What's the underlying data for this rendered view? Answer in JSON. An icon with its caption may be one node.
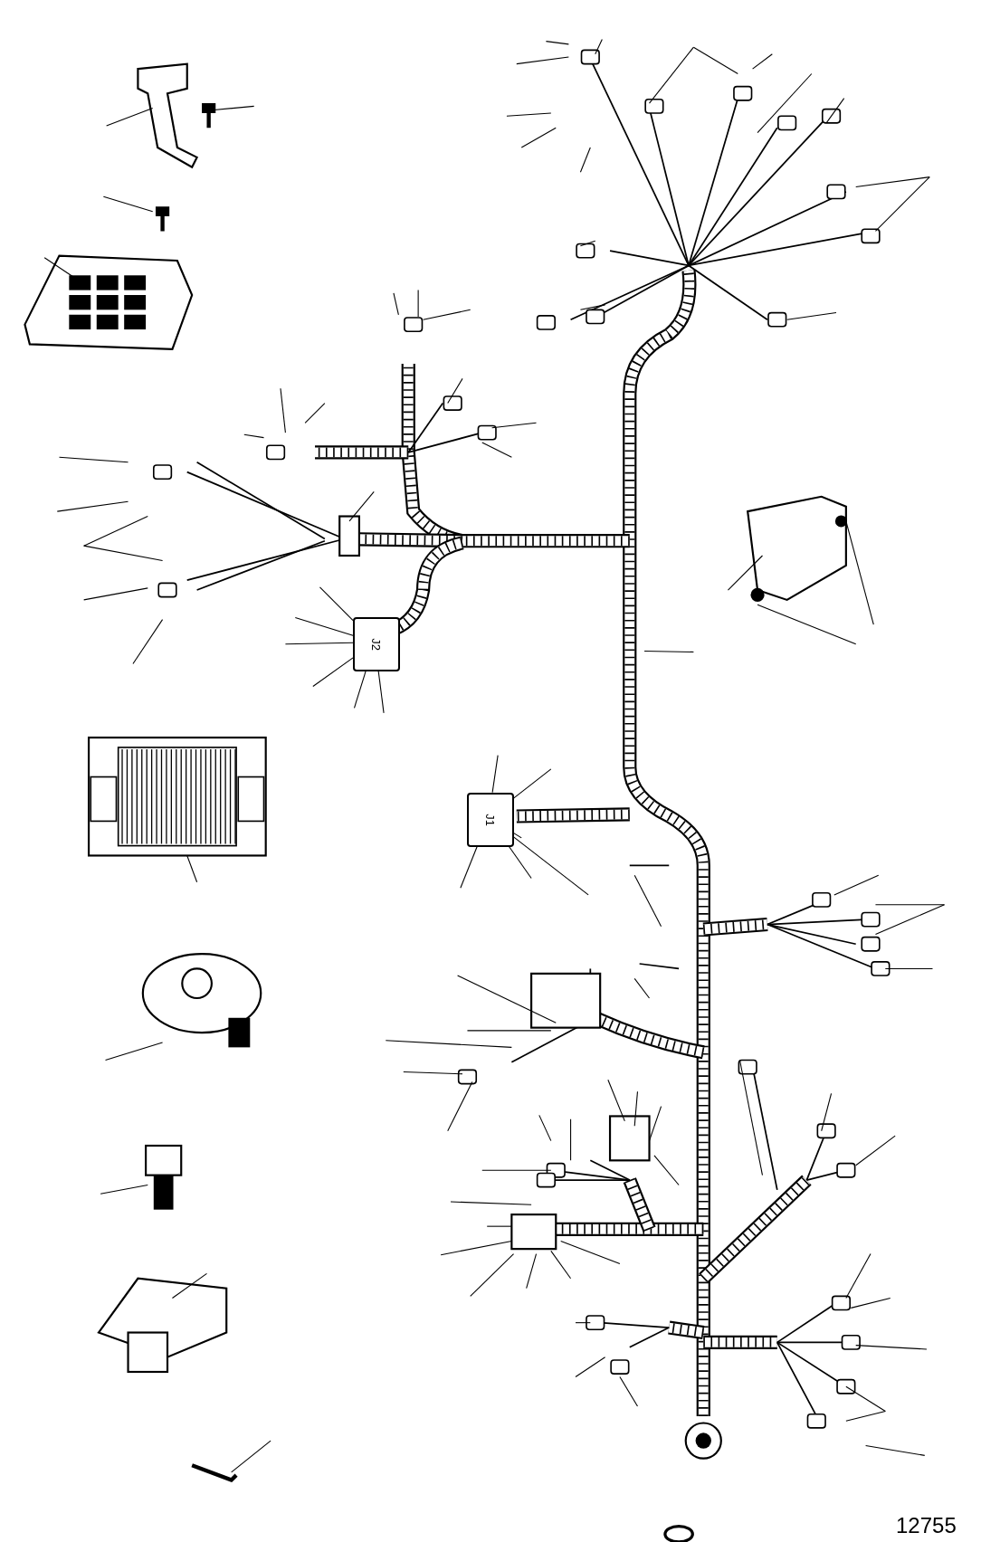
{
  "diagram": {
    "nodes": [
      {
        "text": [
          "J2"
        ]
      },
      {
        "text": [
          "J1"
        ]
      }
    ],
    "edges": [
      {
        "from": null,
        "to": 0,
        "arrow": "none"
      },
      {
        "from": null,
        "to": 0,
        "arrow": "none"
      },
      {
        "from": null,
        "to": 0,
        "arrow": "none"
      },
      {
        "from": null,
        "to": 0,
        "arrow": "none"
      },
      {
        "from": null,
        "to": 0,
        "arrow": "none"
      },
      {
        "from": null,
        "to": 0,
        "arrow": "none"
      },
      {
        "from": null,
        "to": 1,
        "arrow": "none"
      },
      {
        "from": null,
        "to": 1,
        "arrow": "none"
      },
      {
        "from": null,
        "to": 1,
        "arrow": "none"
      },
      {
        "from": null,
        "to": 1,
        "arrow": "none"
      },
      {
        "from": null,
        "to": 1,
        "arrow": "none"
      },
      {
        "from": null,
        "to": 1,
        "arrow": "none"
      }
    ],
    "labels": [
      "12755"
    ]
  }
}
